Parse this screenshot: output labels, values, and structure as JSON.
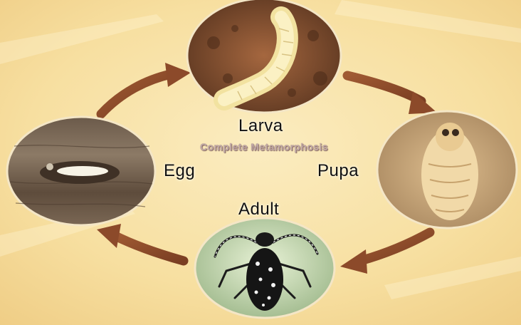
{
  "title": "Complete Metamorphosis",
  "stages": [
    {
      "key": "larva",
      "label": "Larva",
      "icon": "larva-photo"
    },
    {
      "key": "pupa",
      "label": "Pupa",
      "icon": "pupa-photo"
    },
    {
      "key": "adult",
      "label": "Adult",
      "icon": "adult-beetle-photo"
    },
    {
      "key": "egg",
      "label": "Egg",
      "icon": "egg-photo"
    }
  ],
  "cycle_order": [
    "egg",
    "larva",
    "pupa",
    "adult"
  ],
  "colors": {
    "background": "#f7dfa0",
    "arrow": "#8c4a2a",
    "title": "#c0a9a7"
  }
}
